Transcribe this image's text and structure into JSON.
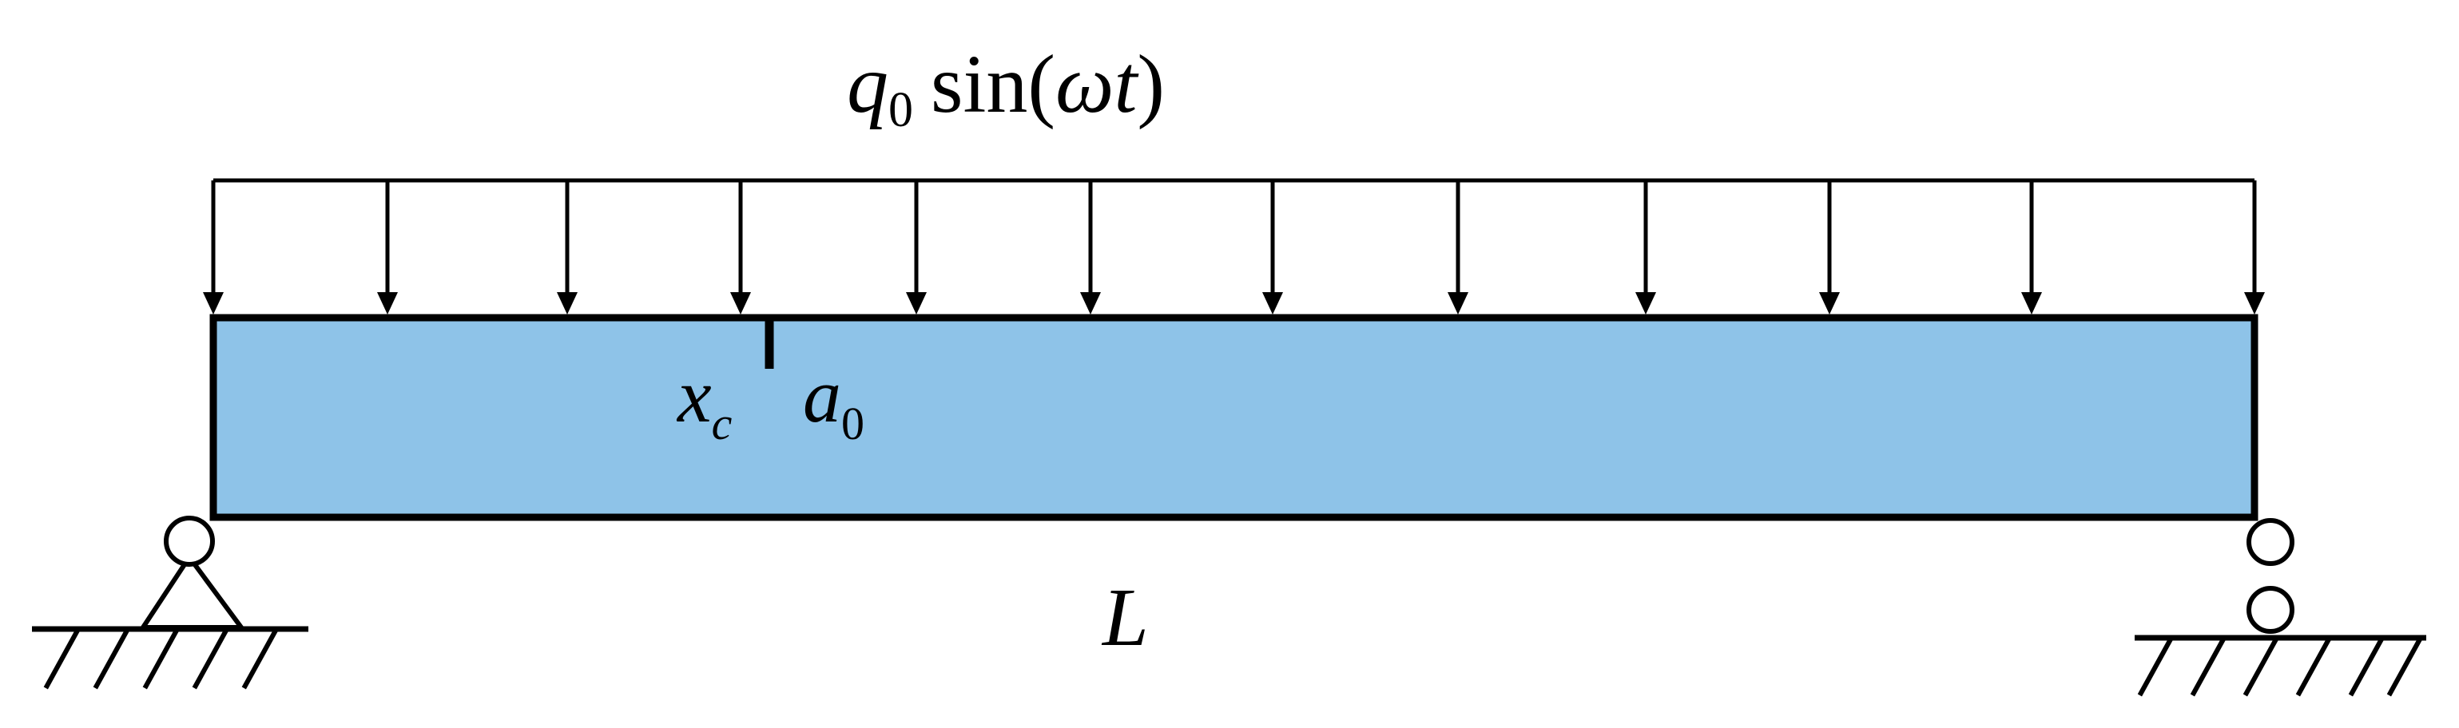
{
  "load": {
    "q_symbol": "q",
    "q_subscript": "0",
    "function": "sin(",
    "omega": "ω",
    "t": "t",
    "close": ")"
  },
  "crack": {
    "x_symbol": "x",
    "x_subscript": "c",
    "a_symbol": "a",
    "a_subscript": "0"
  },
  "length_label": "L",
  "colors": {
    "beam_fill": "#8EC3E8",
    "stroke": "#000000",
    "background": "#FFFFFF"
  }
}
